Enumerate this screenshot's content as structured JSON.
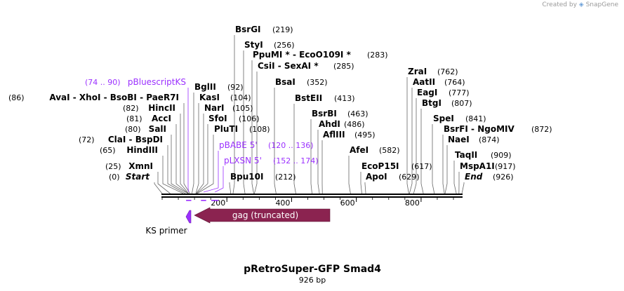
{
  "branding": {
    "created_by": "Created by",
    "logo_text": "SnapGene"
  },
  "plasmid": {
    "name": "pRetroSuper-GFP Smad4",
    "length_label": "926 bp",
    "length": 926
  },
  "colors": {
    "primer": "#9b30ff",
    "feature": "#8b2350",
    "site_text": "#000000",
    "site_line": "#666666",
    "axis": "#000000"
  },
  "ruler": {
    "ticks": [
      "200",
      "400",
      "600",
      "800"
    ]
  },
  "sites": [
    {
      "name": "BsrGI",
      "pos": "(219)",
      "bp": 219
    },
    {
      "name": "StyI",
      "pos": "(256)",
      "bp": 256
    },
    {
      "name": "PpuMI * - EcoO109I *",
      "pos": "(283)",
      "bp": 283
    },
    {
      "name": "CsiI - SexAI *",
      "pos": "(285)",
      "bp": 285
    },
    {
      "name": "BsaI",
      "pos": "(352)",
      "bp": 352
    },
    {
      "name": "BstEII",
      "pos": "(413)",
      "bp": 413
    },
    {
      "name": "BsrBI",
      "pos": "(463)",
      "bp": 463
    },
    {
      "name": "AhdI",
      "pos": "(486)",
      "bp": 486
    },
    {
      "name": "AflIII",
      "pos": "(495)",
      "bp": 495
    },
    {
      "name": "AfeI",
      "pos": "(582)",
      "bp": 582
    },
    {
      "name": "EcoP15I",
      "pos": "(617)",
      "bp": 617
    },
    {
      "name": "ApoI",
      "pos": "(629)",
      "bp": 629
    },
    {
      "name": "ZraI",
      "pos": "(762)",
      "bp": 762
    },
    {
      "name": "AatII",
      "pos": "(764)",
      "bp": 764
    },
    {
      "name": "EagI",
      "pos": "(777)",
      "bp": 777
    },
    {
      "name": "BtgI",
      "pos": "(807)",
      "bp": 807
    },
    {
      "name": "SpeI",
      "pos": "(841)",
      "bp": 841
    },
    {
      "name": "BsrFI - NgoMIV",
      "pos": "(872)",
      "bp": 872
    },
    {
      "name": "NaeI",
      "pos": "(874)",
      "bp": 874
    },
    {
      "name": "TaqII",
      "pos": "(909)",
      "bp": 909
    },
    {
      "name": "MspA1I",
      "pos": "(917)",
      "bp": 917
    },
    {
      "name": "End",
      "pos": "(926)",
      "bp": 926
    },
    {
      "name": "BglII",
      "pos": "(92)",
      "bp": 92
    },
    {
      "name": "KasI",
      "pos": "(104)",
      "bp": 104
    },
    {
      "name": "NarI",
      "pos": "(105)",
      "bp": 105
    },
    {
      "name": "SfoI",
      "pos": "(106)",
      "bp": 106
    },
    {
      "name": "PluTI",
      "pos": "(108)",
      "bp": 108
    },
    {
      "name": "Bpu10I",
      "pos": "(212)",
      "bp": 212
    },
    {
      "name": "AvaI - XhoI - BsoBI - PaeR7I",
      "pos": "(86)",
      "bp": 86
    },
    {
      "name": "HincII",
      "pos": "(82)",
      "bp": 82
    },
    {
      "name": "AccI",
      "pos": "(81)",
      "bp": 81
    },
    {
      "name": "SalI",
      "pos": "(80)",
      "bp": 80
    },
    {
      "name": "ClaI - BspDI",
      "pos": "(72)",
      "bp": 72
    },
    {
      "name": "HindIII",
      "pos": "(65)",
      "bp": 65
    },
    {
      "name": "XmnI",
      "pos": "(25)",
      "bp": 25
    },
    {
      "name": "Start",
      "pos": "(0)",
      "bp": 0
    }
  ],
  "primer_sites": [
    {
      "name": "pBluescriptKS",
      "range": "(74 .. 90)",
      "start": 74,
      "end": 90
    },
    {
      "name": "pBABE 5'",
      "range": "(120 .. 136)",
      "start": 120,
      "end": 136
    },
    {
      "name": "pLXSN 5'",
      "range": "(152 .. 174)",
      "start": 152,
      "end": 174
    }
  ],
  "features": [
    {
      "name": "gag (truncated)",
      "direction": "reverse"
    },
    {
      "name": "KS primer",
      "direction": "reverse"
    }
  ]
}
